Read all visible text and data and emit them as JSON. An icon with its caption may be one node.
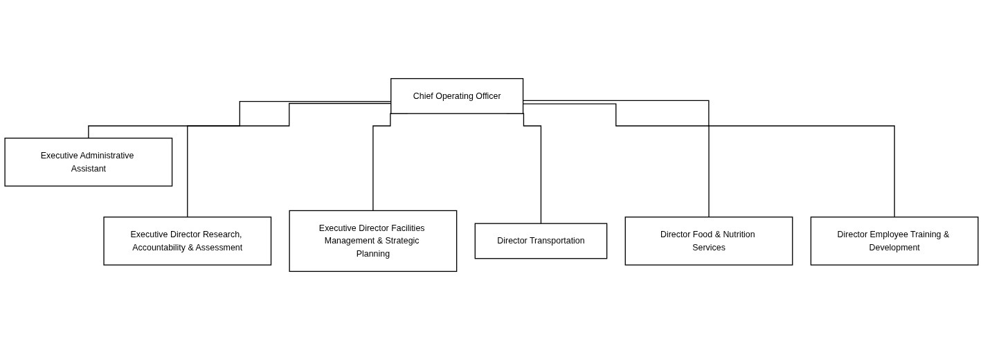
{
  "diagram": {
    "nodes": [
      {
        "text": [
          "Chief Operating Officer"
        ]
      },
      {
        "text": [
          "Executive Administrative Assistant"
        ]
      },
      {
        "text": [
          "Executive Director Research, Accountability & Assessment"
        ]
      },
      {
        "text": [
          "Executive Director Facilities Management & Strategic Planning"
        ]
      },
      {
        "text": [
          "Director Transportation"
        ]
      },
      {
        "text": [
          "Director Food & Nutrition Services"
        ]
      },
      {
        "text": [
          "Director Employee Training & Development"
        ]
      }
    ],
    "edges": [
      {
        "from": 0,
        "to": 1,
        "arrow": "none"
      },
      {
        "from": 0,
        "to": 2,
        "arrow": "none"
      },
      {
        "from": 0,
        "to": 3,
        "arrow": "none"
      },
      {
        "from": 0,
        "to": 4,
        "arrow": "none"
      },
      {
        "from": 0,
        "to": 5,
        "arrow": "none"
      },
      {
        "from": 0,
        "to": 6,
        "arrow": "none"
      }
    ]
  }
}
